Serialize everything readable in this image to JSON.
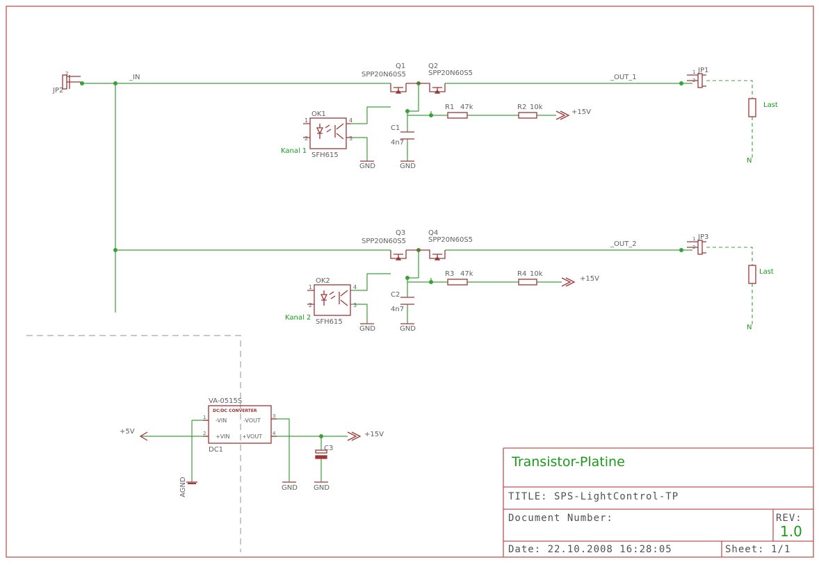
{
  "schematic": {
    "nets": {
      "in": "_IN",
      "out1": "_OUT_1",
      "out2": "_OUT_2"
    },
    "connectors": {
      "jp1": "JP1",
      "jp2": "JP2",
      "jp3": "JP3",
      "pin1": "1",
      "pin2": "2"
    },
    "mosfets": [
      {
        "name": "Q1",
        "value": "SPP20N60S5"
      },
      {
        "name": "Q2",
        "value": "SPP20N60S5"
      },
      {
        "name": "Q3",
        "value": "SPP20N60S5"
      },
      {
        "name": "Q4",
        "value": "SPP20N60S5"
      }
    ],
    "optocouplers": [
      {
        "name": "OK1",
        "value": "SFH615",
        "input": "Kanal 1"
      },
      {
        "name": "OK2",
        "value": "SFH615",
        "input": "Kanal 2"
      }
    ],
    "opto_pins": [
      "1",
      "2",
      "3",
      "4"
    ],
    "capacitors": [
      {
        "name": "C1",
        "value": "4n7"
      },
      {
        "name": "C2",
        "value": "4n7"
      },
      {
        "name": "C3",
        "value": ""
      }
    ],
    "resistors": [
      {
        "name": "R1",
        "value": "47k"
      },
      {
        "name": "R2",
        "value": "10k"
      },
      {
        "name": "R3",
        "value": "47k"
      },
      {
        "name": "R4",
        "value": "10k"
      }
    ],
    "supplies": {
      "p15": "+15V",
      "p5": "+5V",
      "gnd": "GND",
      "agnd": "AGND"
    },
    "loads": {
      "label": "Last",
      "neutral": "N"
    },
    "converter": {
      "name": "DC1",
      "value": "VA-0515S",
      "inner_title": "DC/DC CONVERTER",
      "pin_labels": [
        "-VIN",
        "+VIN",
        "-VOUT",
        "+VOUT"
      ],
      "pin_numbers": [
        "1",
        "2",
        "3",
        "4"
      ]
    }
  },
  "titleblock": {
    "heading": "Transistor-Platine",
    "title_line": "TITLE:  SPS-LightControl-TP",
    "doc_number_label": "Document Number:",
    "rev_label": "REV:",
    "rev_value": "1.0",
    "date_line": "Date: 22.10.2008 16:28:05",
    "sheet_line": "Sheet: 1/1"
  },
  "colors": {
    "wire": "#3aa03a",
    "part": "#a03434",
    "frame": "#c05050",
    "text_green": "#1a9a1a",
    "text_gray": "#606060"
  }
}
